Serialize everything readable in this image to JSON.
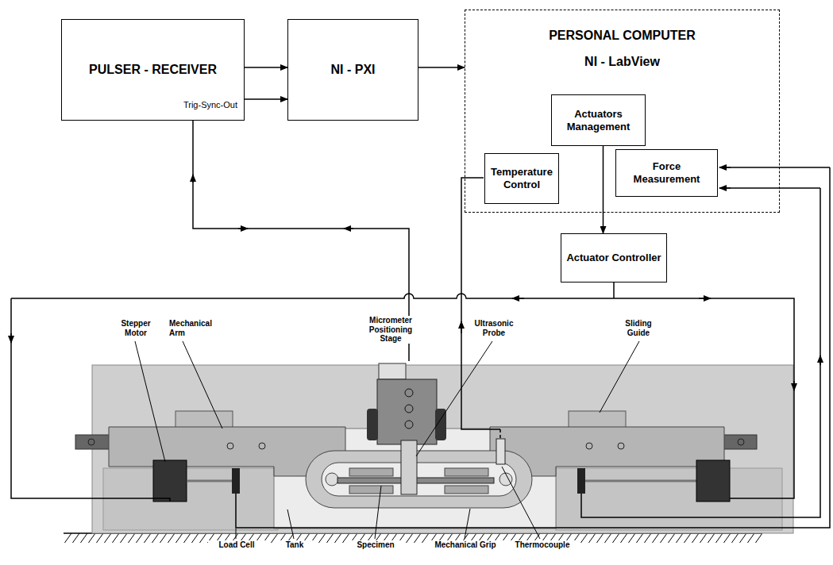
{
  "diagram": {
    "nodes": [
      {
        "text": [
          "PULSER - RECEIVER",
          "Trig-Sync-Out"
        ]
      },
      {
        "text": [
          "NI - PXI"
        ]
      },
      {
        "text": [
          "PERSONAL COMPUTER",
          "NI - LabView"
        ]
      },
      {
        "text": [
          "Actuators Management"
        ],
        "in": 2
      },
      {
        "text": [
          "Temperature Control"
        ],
        "in": 2
      },
      {
        "text": [
          "Force Measurement"
        ],
        "in": 2
      },
      {
        "text": [
          "Actuator Controller"
        ]
      }
    ],
    "edges": [
      {
        "from": 0,
        "to": 1,
        "arrow": "to"
      },
      {
        "from": 0,
        "to": 1,
        "arrow": "to"
      },
      {
        "from": 1,
        "to": 2,
        "arrow": "to"
      },
      {
        "from": 3,
        "to": 6,
        "arrow": "to"
      }
    ],
    "labels": [
      "Stepper Motor",
      "Mechanical Arm",
      "Micrometer Positioning Stage",
      "Ultrasonic Probe",
      "Sliding Guide",
      "Load Cell",
      "Tank",
      "Specimen",
      "Mechanical Grip",
      "Thermocouple"
    ]
  }
}
